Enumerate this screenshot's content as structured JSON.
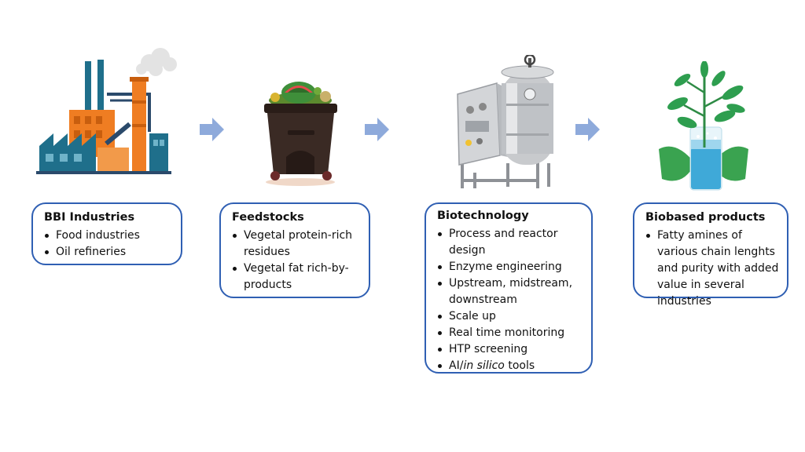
{
  "stages": [
    {
      "title": "BBI Industries",
      "items": [
        "Food industries",
        "Oil refineries"
      ]
    },
    {
      "title": "Feedstocks",
      "items": [
        "Vegetal protein-rich residues",
        "Vegetal fat rich-by-products"
      ]
    },
    {
      "title": "Biotechnology",
      "items": [
        "Process and reactor design",
        "Enzyme engineering",
        "Upstream, midstream, downstream",
        "Scale up",
        "Real time monitoring",
        "HTP screening"
      ],
      "last_item_prefix": "AI/",
      "last_item_italic": "in silico",
      "last_item_suffix": " tools"
    },
    {
      "title": "Biobased products",
      "items": [
        "Fatty amines of various chain lenghts and purity with added value in several industries"
      ]
    }
  ],
  "icons": [
    "factory-icon",
    "waste-bin-icon",
    "bioreactor-icon",
    "plant-beaker-icon"
  ],
  "colors": {
    "box_border": "#2f5fb3",
    "arrow": "#8eaadb",
    "factory_orange": "#ef7d22",
    "factory_teal": "#1f6f8b",
    "bin": "#3a2a24",
    "leaf": "#2e9e4f",
    "liquid": "#3fa9d8"
  }
}
